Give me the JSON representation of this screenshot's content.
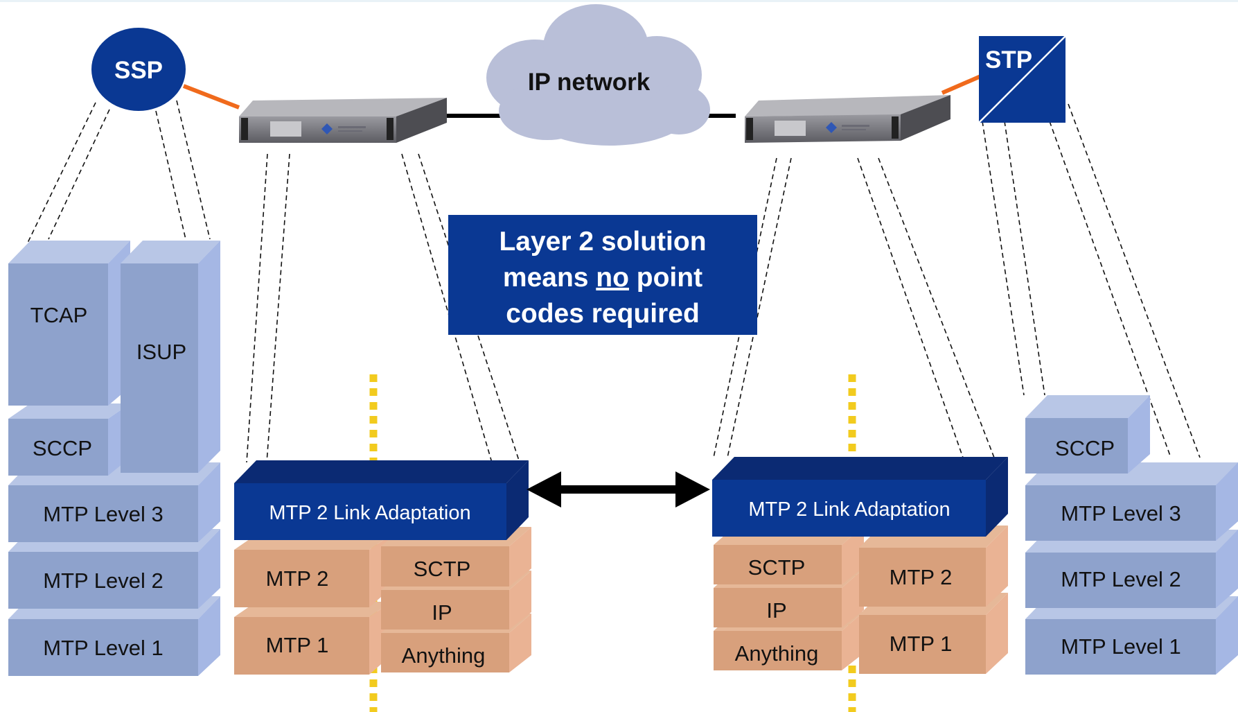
{
  "nodes": {
    "ssp": "SSP",
    "stp": "STP",
    "cloud": "IP network"
  },
  "callout": {
    "line1": "Layer 2 solution",
    "line2_pre": "means ",
    "line2_underlined": "no",
    "line2_post": " point",
    "line3": "codes required"
  },
  "ssp_stack": {
    "tcap": "TCAP",
    "isup": "ISUP",
    "sccp": "SCCP",
    "mtp3": "MTP Level 3",
    "mtp2": "MTP Level 2",
    "mtp1": "MTP Level 1"
  },
  "stp_stack": {
    "sccp": "SCCP",
    "mtp3": "MTP Level 3",
    "mtp2": "MTP Level 2",
    "mtp1": "MTP Level 1"
  },
  "left_gateway": {
    "adaptation": "MTP 2 Link Adaptation",
    "mtp2": "MTP 2",
    "mtp1": "MTP 1",
    "sctp": "SCTP",
    "ip": "IP",
    "anything": "Anything"
  },
  "right_gateway": {
    "adaptation": "MTP 2 Link Adaptation",
    "sctp": "SCTP",
    "ip": "IP",
    "anything": "Anything",
    "mtp2": "MTP 2",
    "mtp1": "MTP 1"
  },
  "colors": {
    "navy": "#0a3893",
    "dark_navy": "#0b2a73",
    "stack_blue": "#8ea2cc",
    "gateway_tan": "#d8a07c",
    "cloud": "#b9bfd8",
    "orange_link": "#f06a1c",
    "yellow_dotted": "#f2cb1e"
  }
}
